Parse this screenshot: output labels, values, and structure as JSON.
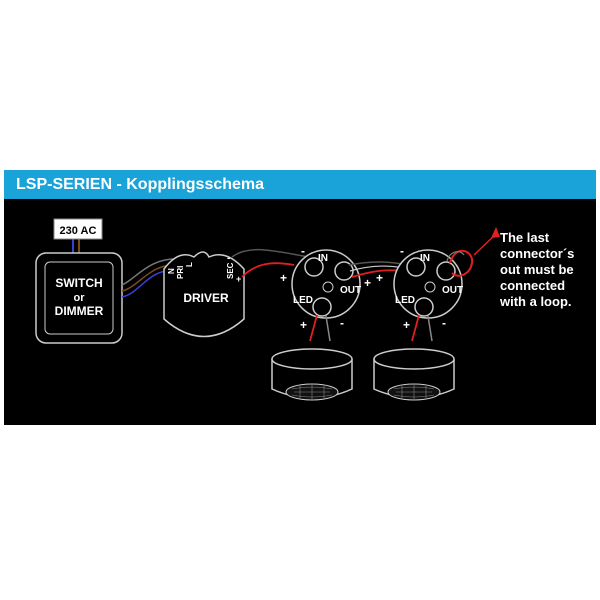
{
  "title": "LSP-SERIEN - Kopplingsschema",
  "supply_label": "230 AC",
  "switch": {
    "line1": "SWITCH",
    "line2": "or",
    "line3": "DIMMER"
  },
  "driver": {
    "name": "DRIVER",
    "pin_n": "N",
    "pin_pri": "PRI",
    "pin_l": "L",
    "pin_sec": "SEC",
    "pin_plus": "+",
    "pin_minus": "-"
  },
  "connector": {
    "in": "IN",
    "out": "OUT",
    "led": "LED",
    "plus": "+",
    "minus": "-"
  },
  "note": [
    "The last",
    "connector´s",
    "out must be",
    "connected",
    "with a loop."
  ],
  "colors": {
    "header": "#1aa3d8",
    "panel": "#000000",
    "wire_red": "#e0201e",
    "wire_black": "#444444"
  }
}
